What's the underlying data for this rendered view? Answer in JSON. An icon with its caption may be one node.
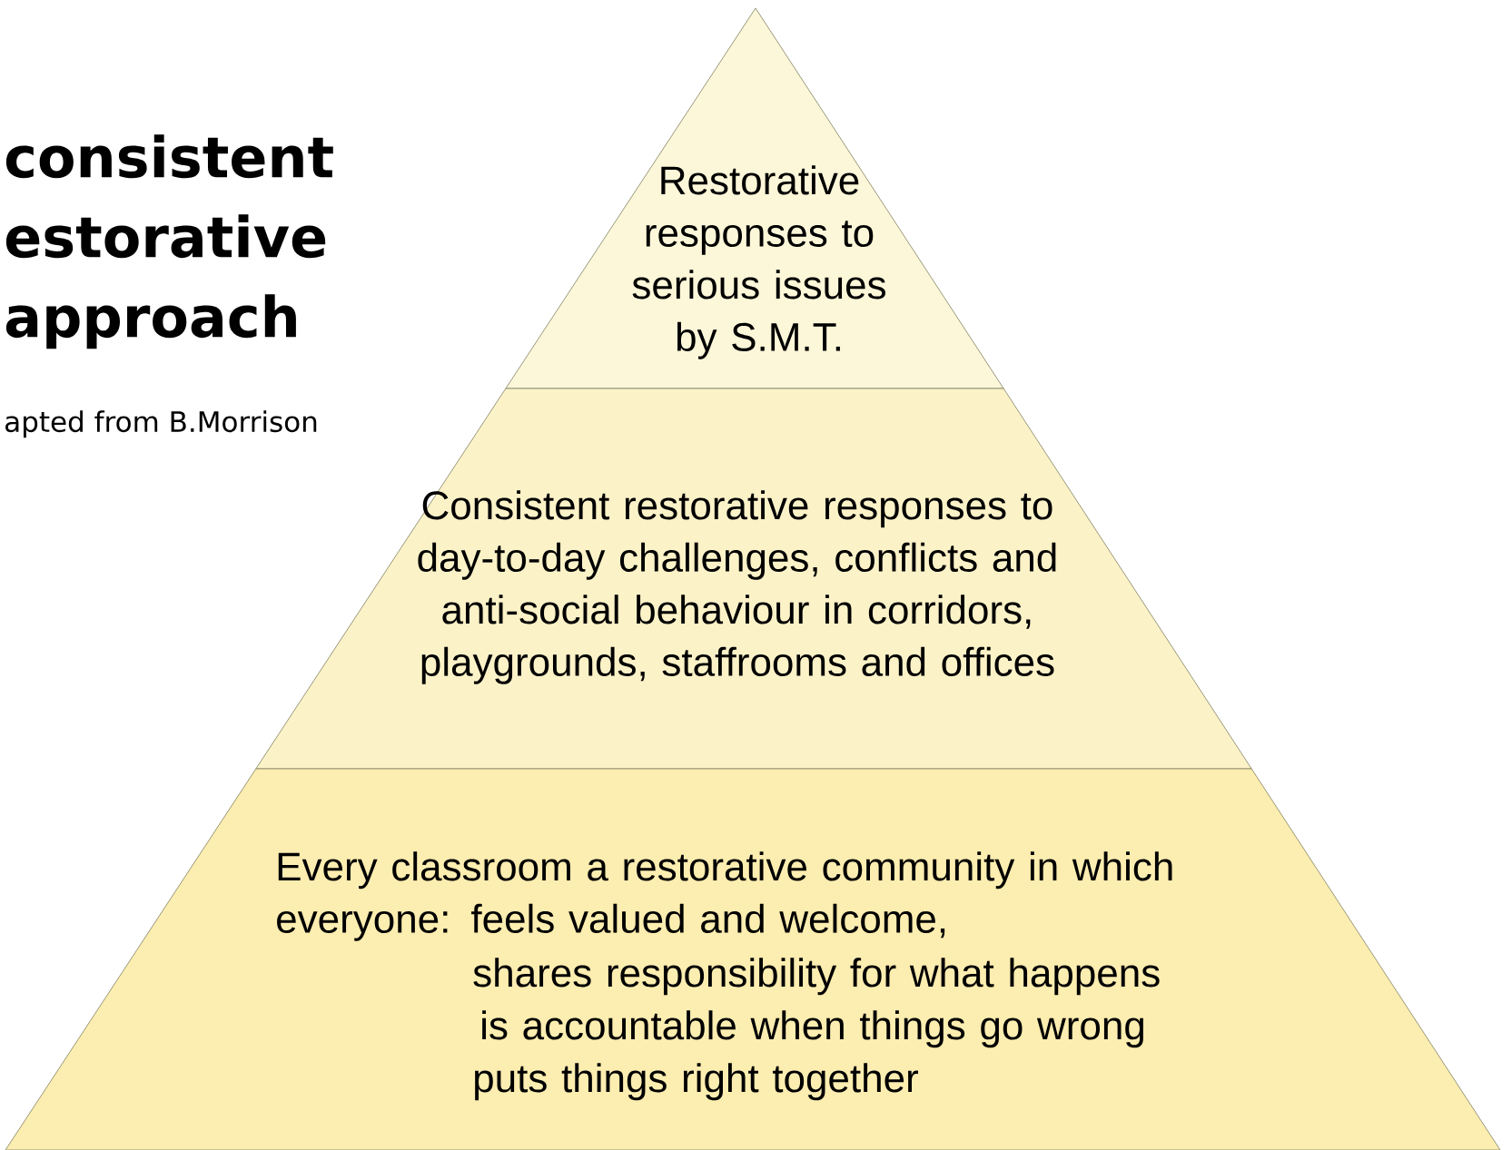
{
  "diagram": {
    "title": "consistent estorative approach",
    "nodes": [
      {
        "text": [
          "Restorative responses to serious issues by S.M.T."
        ]
      },
      {
        "text": [
          "Consistent restorative responses to day-to-day challenges, conflicts and anti-social behaviour in corridors, playgrounds, staffrooms and offices"
        ]
      },
      {
        "text": [
          "Every classroom a restorative community in which everyone: feels valued and welcome,",
          "shares responsibility for what happens",
          "is accountable when things go wrong",
          "puts things right together"
        ]
      }
    ],
    "labels": [
      "apted from B.Morrison"
    ]
  }
}
